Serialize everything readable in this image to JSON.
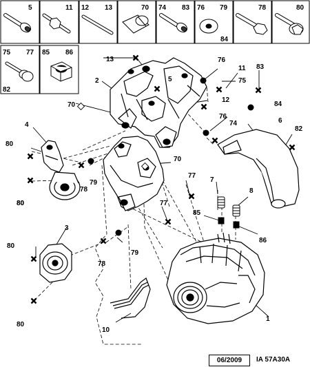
{
  "hardware_boxes": [
    {
      "nums": [
        "5"
      ]
    },
    {
      "nums": [
        "11"
      ]
    },
    {
      "nums": [
        "12",
        "13"
      ]
    },
    {
      "nums": [
        "70"
      ]
    },
    {
      "nums": [
        "74",
        "83"
      ]
    },
    {
      "nums": [
        "76",
        "79",
        "84"
      ]
    },
    {
      "nums": [
        "78"
      ]
    },
    {
      "nums": [
        "80"
      ]
    },
    {
      "nums": [
        "75",
        "77",
        "82"
      ]
    },
    {
      "nums": [
        "85",
        "86"
      ]
    }
  ],
  "callouts": [
    "13",
    "76",
    "11",
    "75",
    "83",
    "2",
    "5",
    "12",
    "84",
    "70",
    "76",
    "74",
    "6",
    "4",
    "82",
    "80",
    "70",
    "80",
    "78",
    "79",
    "77",
    "7",
    "8",
    "80",
    "77",
    "85",
    "86",
    "3",
    "80",
    "78",
    "79",
    "80",
    "10",
    "1"
  ],
  "footer": {
    "date": "06/2009",
    "ref": "IA 57A30A"
  }
}
